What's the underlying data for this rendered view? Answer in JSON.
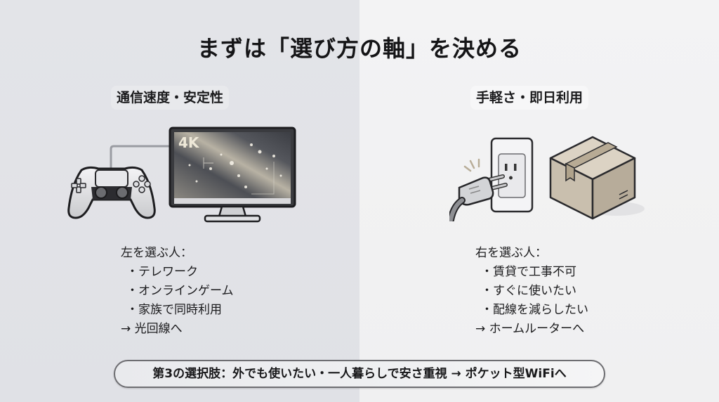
{
  "title": "まずは「選び方の軸」を決める",
  "left": {
    "section_label": "通信速度・安定性",
    "illustration": {
      "icons": [
        "game-controller-icon",
        "monitor-icon"
      ],
      "monitor_badge": "4K"
    },
    "list_header": "左を選ぶ人：",
    "items": [
      "・テレワーク",
      "・オンラインゲーム",
      "・家族で同時利用"
    ],
    "conclusion": "→ 光回線へ"
  },
  "right": {
    "section_label": "手軽さ・即日利用",
    "illustration": {
      "icons": [
        "power-plug-outlet-icon",
        "cardboard-box-icon"
      ]
    },
    "list_header": "右を選ぶ人：",
    "items": [
      "・賃貸で工事不可",
      "・すぐに使いたい",
      "・配線を減らしたい"
    ],
    "conclusion": "→ ホームルーターへ"
  },
  "footer": {
    "text": "第3の選択肢：外でも使いたい・一人暮らしで安さ重視 → ポケット型WiFiへ"
  },
  "colors": {
    "left_bg": "#e2e3e8",
    "right_bg": "#f2f2f3",
    "text": "#1b1b1d",
    "outline": "#2a2a2e"
  }
}
